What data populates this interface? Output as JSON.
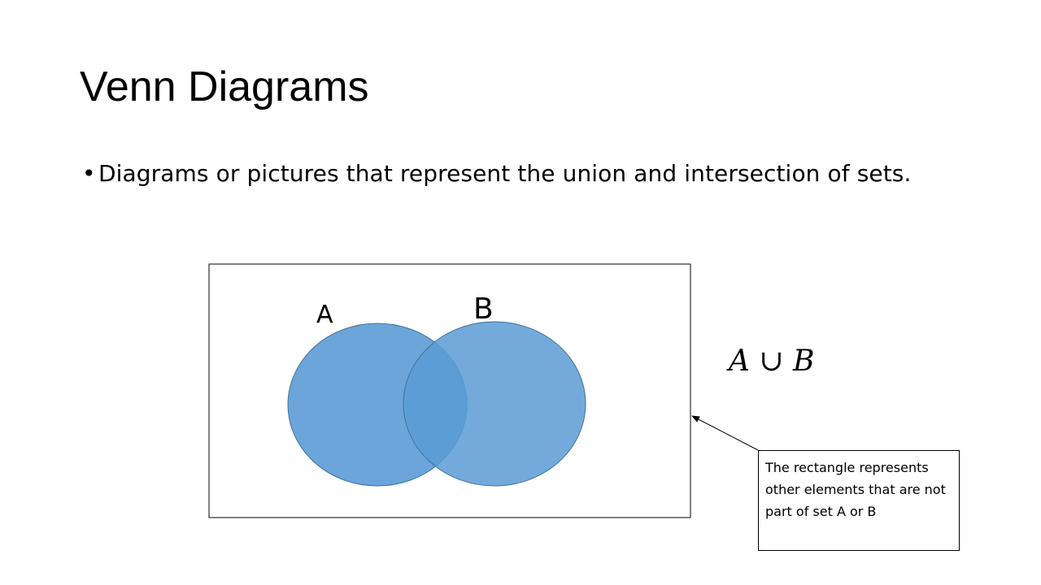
{
  "slide": {
    "title": "Venn Diagrams",
    "bullet": "Diagrams or pictures that represent the union and intersection of sets."
  },
  "diagram": {
    "set_a_label": "A",
    "set_b_label": "B",
    "expression": "A ∪ B",
    "callout": "The rectangle represents other elements that are not part of set A or B",
    "colors": {
      "set_fill": "#5b9bd5",
      "set_stroke": "#41719c",
      "frame": "#000000"
    }
  }
}
